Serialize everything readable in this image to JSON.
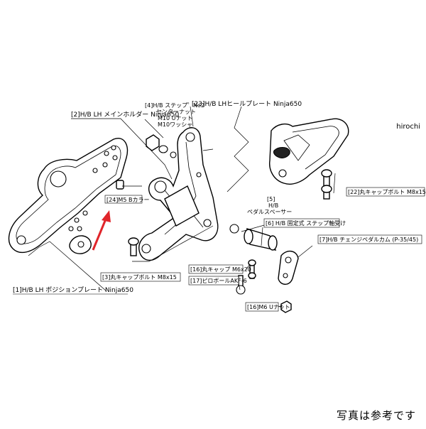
{
  "watermark": "hirochi",
  "caption": "写真は参考です",
  "labels": {
    "l2": "[2]H/B LH メインホルダー Ninja650",
    "l4a": "[4]H/B ステップ゜No2",
    "l4b": "センターナット",
    "l4c": "M10 Uナット",
    "l4d": "M10ワッシャ",
    "l23": "[23]H/B LHヒールプレート Ninja650",
    "l24": "[24]M5 Bカラー",
    "l22": "[22]丸キャップボルト M8x15",
    "l5a": "[5]",
    "l5b": "H/B",
    "l5c": "ペダルスペーサー",
    "l6": "[6] H/B 固定式 ステップ軸受け",
    "l7": "[7]H/B チェンジペダルカム (P-35/45)",
    "l3": "[3]丸キャップボルト M8x15",
    "l16a": "[16]丸キャップ M6x20",
    "l17": "[17]ピロボールAKF-6",
    "l16b": "[16]M6 Uナット",
    "l1": "[1]H/B LH ポジションプレート Ninja650"
  },
  "colors": {
    "arrow": "#e0252a",
    "line": "#000000"
  }
}
